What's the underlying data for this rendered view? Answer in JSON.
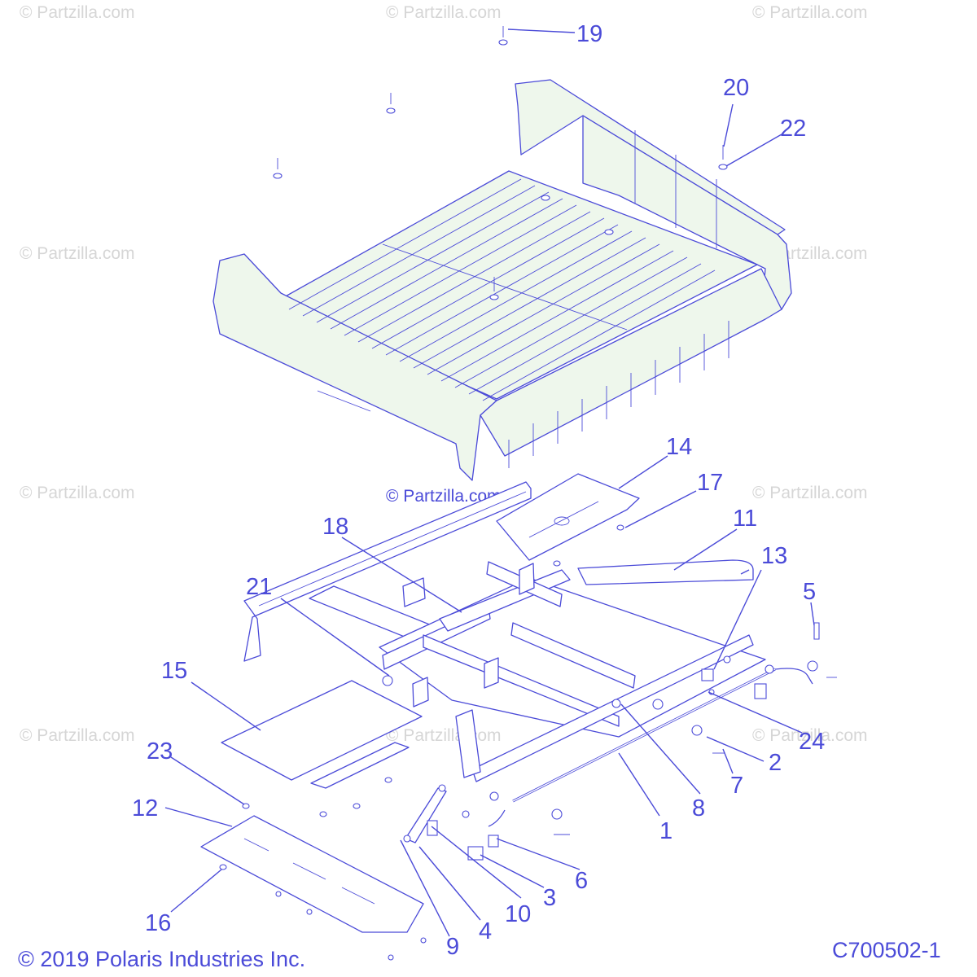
{
  "watermark": "© Partzilla.com",
  "copyright": "© 2019 Polaris Industries Inc.",
  "diagram_code": "C700502-1",
  "callouts": [
    "1",
    "2",
    "3",
    "4",
    "5",
    "6",
    "7",
    "8",
    "9",
    "10",
    "11",
    "12",
    "13",
    "14",
    "15",
    "16",
    "17",
    "18",
    "19",
    "20",
    "21",
    "22",
    "23",
    "24"
  ],
  "colors": {
    "line": "#4b4bd8",
    "bed_fill": "#eef7ec",
    "watermark": "#d6d6d6"
  }
}
